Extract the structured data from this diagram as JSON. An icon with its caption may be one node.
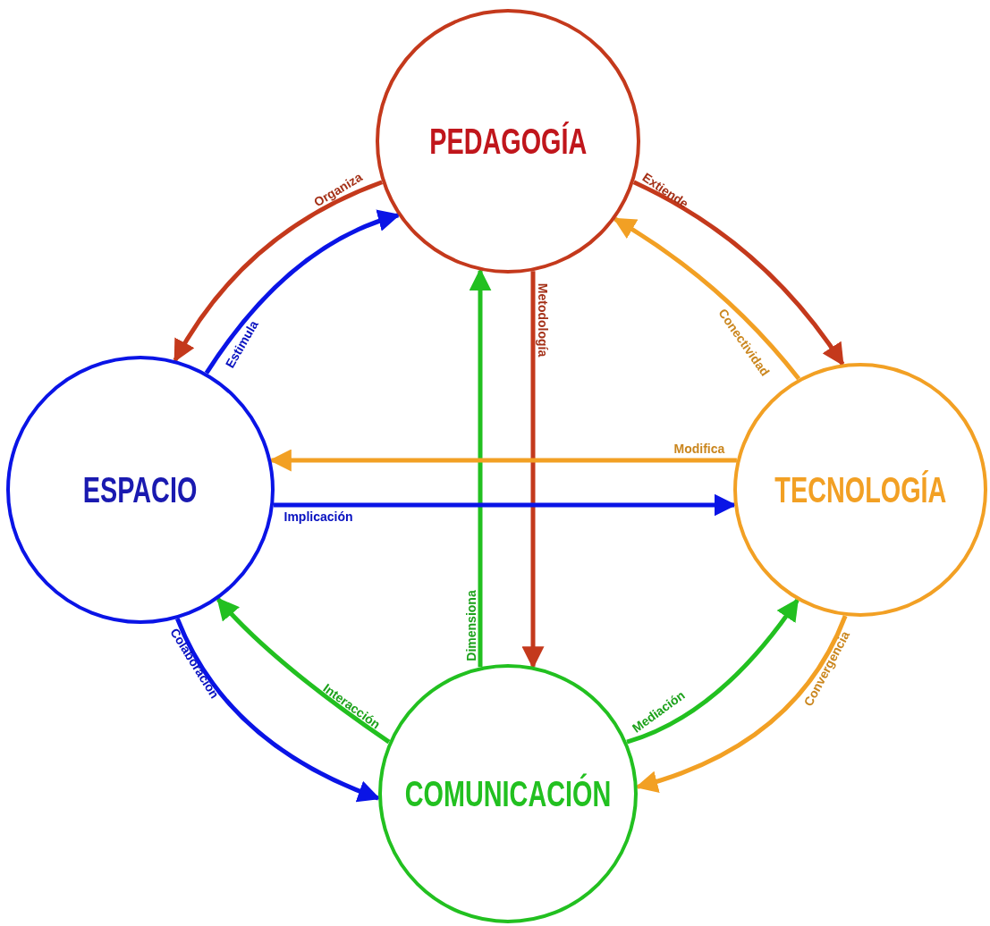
{
  "diagram": {
    "nodes": [
      {
        "text": [
          "PEDAGOGÍA"
        ]
      },
      {
        "text": [
          "ESPACIO"
        ]
      },
      {
        "text": [
          "TECNOLOGÍA"
        ]
      },
      {
        "text": [
          "COMUNICACIÓN"
        ]
      }
    ],
    "edges": [
      {
        "from": 0,
        "to": 1,
        "arrow": "to",
        "label": "Organiza",
        "color": "#c4391c"
      },
      {
        "from": 1,
        "to": 0,
        "arrow": "to",
        "label": "Estimula",
        "color": "#0a14e6"
      },
      {
        "from": 0,
        "to": 2,
        "arrow": "to",
        "label": "Extiende",
        "color": "#c4391c"
      },
      {
        "from": 2,
        "to": 0,
        "arrow": "to",
        "label": "Conectividad",
        "color": "#f2a024"
      },
      {
        "from": 0,
        "to": 3,
        "arrow": "to",
        "label": "Metodología",
        "color": "#c4391c"
      },
      {
        "from": 3,
        "to": 0,
        "arrow": "to",
        "label": "Dimensiona",
        "color": "#22c020"
      },
      {
        "from": 2,
        "to": 1,
        "arrow": "to",
        "label": "Modifica",
        "color": "#f2a024"
      },
      {
        "from": 1,
        "to": 2,
        "arrow": "to",
        "label": "Implicación",
        "color": "#0a14e6"
      },
      {
        "from": 1,
        "to": 3,
        "arrow": "to",
        "label": "Colaboración",
        "color": "#0a14e6"
      },
      {
        "from": 3,
        "to": 1,
        "arrow": "to",
        "label": "Interacción",
        "color": "#22c020"
      },
      {
        "from": 3,
        "to": 2,
        "arrow": "to",
        "label": "Mediación",
        "color": "#22c020"
      },
      {
        "from": 2,
        "to": 3,
        "arrow": "to",
        "label": "Convergencia",
        "color": "#f2a024"
      }
    ]
  }
}
